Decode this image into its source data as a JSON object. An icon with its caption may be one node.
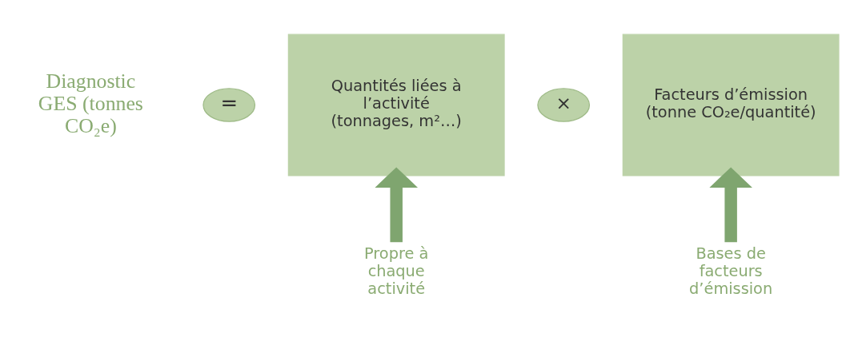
{
  "diagram": {
    "nodes": [
      {
        "text": [
          "Diagnostic GES (tonnes CO₂e)"
        ]
      },
      {
        "text": [
          "="
        ]
      },
      {
        "text": [
          "Quantités liées à l’activité (tonnages, m²…)"
        ]
      },
      {
        "text": [
          "×"
        ]
      },
      {
        "text": [
          "Facteurs d’émission (tonne CO₂e/quantité)"
        ]
      },
      {
        "text": [
          "Propre à chaque activité"
        ]
      },
      {
        "text": [
          "Bases de facteurs d’émission"
        ]
      }
    ],
    "edges": [
      {
        "from": 5,
        "to": 2,
        "arrow": "to"
      },
      {
        "from": 6,
        "to": 4,
        "arrow": "to"
      }
    ]
  }
}
